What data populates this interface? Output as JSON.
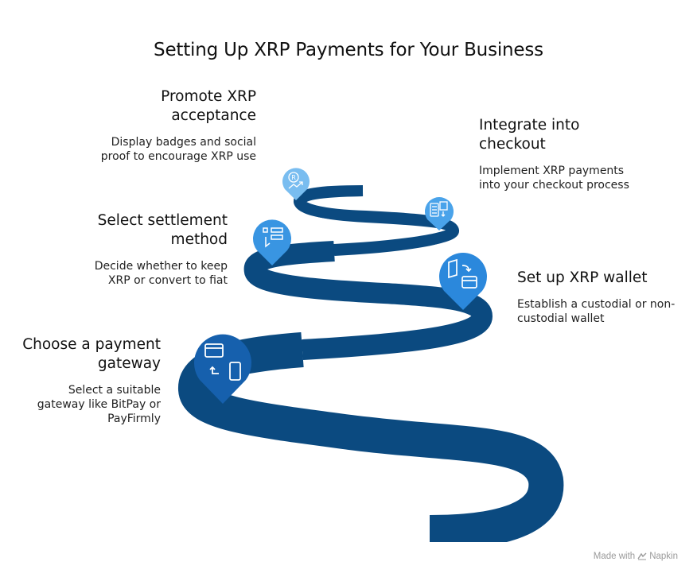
{
  "title": "Setting Up XRP Payments for Your Business",
  "colors": {
    "road": "#0b4a80",
    "pin_dark": "#1660ad",
    "pin_mid": "#2b88dc",
    "pin_light": "#4aa3ea",
    "pin_lighter": "#79bdf0"
  },
  "steps": [
    {
      "title": "Choose a payment gateway",
      "description": "Select a suitable gateway like BitPay or PayFirmly",
      "icon": "card-phone-icon"
    },
    {
      "title": "Set up XRP wallet",
      "description": "Establish a custodial or non-custodial wallet",
      "icon": "wallet-transfer-icon"
    },
    {
      "title": "Select settlement method",
      "description": "Decide whether to keep XRP or convert to fiat",
      "icon": "touch-menu-icon"
    },
    {
      "title": "Integrate into checkout",
      "description": "Implement XRP payments into your checkout process",
      "icon": "checkout-register-icon"
    },
    {
      "title": "Promote XRP acceptance",
      "description": "Display badges and social proof to encourage XRP use",
      "icon": "badge-growth-icon"
    }
  ],
  "footer": {
    "made_with": "Made with",
    "brand": "Napkin"
  }
}
